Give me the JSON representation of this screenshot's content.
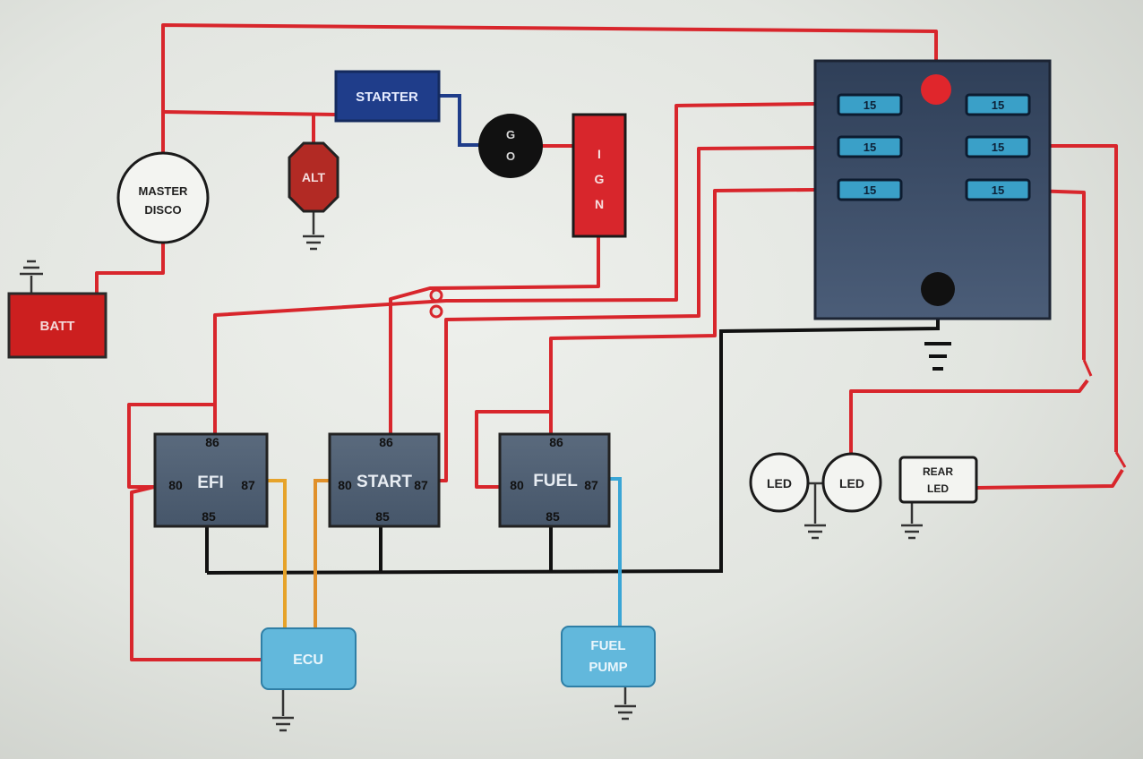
{
  "components": {
    "battery": "BATT",
    "master": [
      "MASTER",
      "DISCO"
    ],
    "alternator": "ALT",
    "starter": "STARTER",
    "go": [
      "G",
      "O"
    ],
    "ign": [
      "I",
      "G",
      "N"
    ],
    "ecu": "ECU",
    "fuel_pump": [
      "FUEL",
      "PUMP"
    ],
    "led_left": "LED",
    "led_right": "LED",
    "rear_led": [
      "REAR",
      "LED"
    ]
  },
  "fuse_box": {
    "fuses": [
      "15",
      "15",
      "15",
      "15",
      "15",
      "15"
    ]
  },
  "relays": [
    {
      "name": "EFI",
      "pin86": "86",
      "pin80": "80",
      "pin87": "87",
      "pin85": "85"
    },
    {
      "name": "START",
      "pin86": "86",
      "pin80": "80",
      "pin87": "87",
      "pin85": "85"
    },
    {
      "name": "FUEL",
      "pin86": "86",
      "pin80": "80",
      "pin87": "87",
      "pin85": "85"
    }
  ],
  "colors": {
    "power_wire": "#d8262c",
    "ground_wire": "#111111",
    "signal_blue": "#1f3d8a",
    "ecu_wire": "#e6a32a",
    "pump_wire": "#3aa6d6",
    "relay_fill": "#4f5f72",
    "fusebox_fill": "#3c4d67",
    "fuse_fill": "#3aa0c8",
    "ecu_fill": "#62b8dc",
    "batt_fill": "#cc1f1f"
  }
}
